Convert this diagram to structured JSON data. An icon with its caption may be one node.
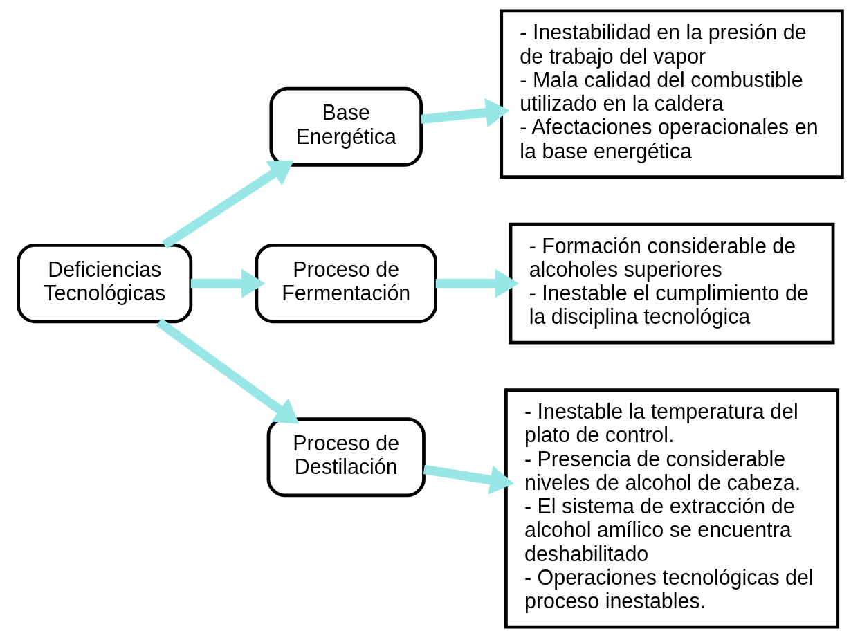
{
  "diagram": {
    "nodes": [
      {
        "text": [
          "Deficiencias Tecnológicas"
        ]
      },
      {
        "text": [
          "Base Energética"
        ]
      },
      {
        "text": [
          "Proceso de Fermentación"
        ]
      },
      {
        "text": [
          "Proceso de Destilación"
        ]
      },
      {
        "text": [
          "- Inestabilidad en la presión de de trabajo del vapor",
          "- Mala calidad del combustible utilizado en la caldera",
          "- Afectaciones operacionales en la base energética"
        ]
      },
      {
        "text": [
          "- Formación considerable de alcoholes superiores",
          "- Inestable el cumplimiento de la disciplina tecnológica"
        ]
      },
      {
        "text": [
          "- Inestable la temperatura del plato de control.",
          "- Presencia de considerable niveles de alcohol de cabeza.",
          "- El sistema de extracción de alcohol amílico se encuentra deshabilitado",
          "- Operaciones tecnológicas del proceso inestables."
        ]
      }
    ],
    "edges": [
      {
        "from": 0,
        "to": 1,
        "arrow": "to"
      },
      {
        "from": 0,
        "to": 2,
        "arrow": "to"
      },
      {
        "from": 0,
        "to": 3,
        "arrow": "to"
      },
      {
        "from": 1,
        "to": 4,
        "arrow": "to"
      },
      {
        "from": 2,
        "to": 5,
        "arrow": "to"
      },
      {
        "from": 3,
        "to": 6,
        "arrow": "to"
      }
    ]
  }
}
